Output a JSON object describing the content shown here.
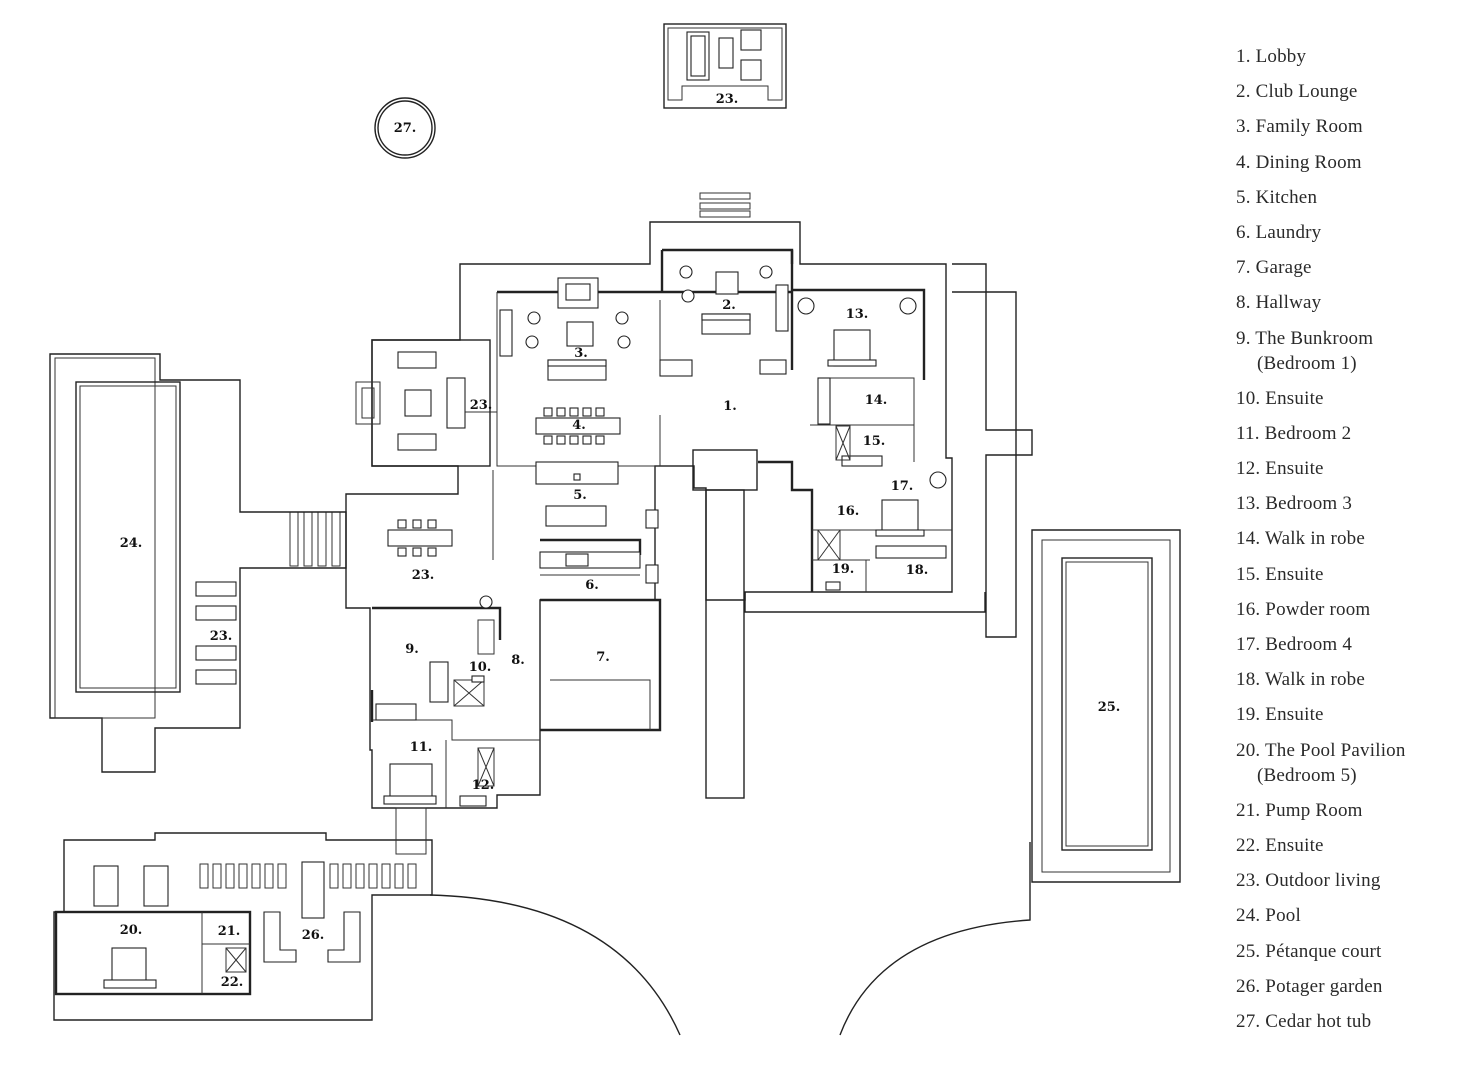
{
  "plan_labels": {
    "r1": "1.",
    "r2": "2.",
    "r3": "3.",
    "r4": "4.",
    "r5": "5.",
    "r6": "6.",
    "r7": "7.",
    "r8": "8.",
    "r9": "9.",
    "r10": "10.",
    "r11": "11.",
    "r12": "12.",
    "r13": "13.",
    "r14": "14.",
    "r15": "15.",
    "r16": "16.",
    "r17": "17.",
    "r18": "18.",
    "r19": "19.",
    "r20": "20.",
    "r21": "21.",
    "r22": "22.",
    "r23": "23.",
    "r24": "24.",
    "r25": "25.",
    "r26": "26.",
    "r27": "27."
  },
  "legend": [
    {
      "text": "1. Lobby"
    },
    {
      "text": "2. Club Lounge"
    },
    {
      "text": "3. Family Room"
    },
    {
      "text": "4. Dining Room"
    },
    {
      "text": "5. Kitchen"
    },
    {
      "text": "6. Laundry"
    },
    {
      "text": "7. Garage"
    },
    {
      "text": "8. Hallway"
    },
    {
      "text": "9. The Bunkroom",
      "sub": "(Bedroom 1)"
    },
    {
      "text": "10. Ensuite"
    },
    {
      "text": "11. Bedroom 2"
    },
    {
      "text": "12. Ensuite"
    },
    {
      "text": "13. Bedroom 3"
    },
    {
      "text": "14. Walk in robe"
    },
    {
      "text": "15. Ensuite"
    },
    {
      "text": "16. Powder room"
    },
    {
      "text": "17. Bedroom 4"
    },
    {
      "text": "18. Walk in robe"
    },
    {
      "text": "19. Ensuite"
    },
    {
      "text": "20. The Pool Pavilion",
      "sub": "(Bedroom 5)"
    },
    {
      "text": "21. Pump Room"
    },
    {
      "text": "22. Ensuite"
    },
    {
      "text": "23. Outdoor living"
    },
    {
      "text": "24. Pool"
    },
    {
      "text": "25. Pétanque court"
    },
    {
      "text": "26. Potager garden"
    },
    {
      "text": "27. Cedar hot tub"
    }
  ]
}
